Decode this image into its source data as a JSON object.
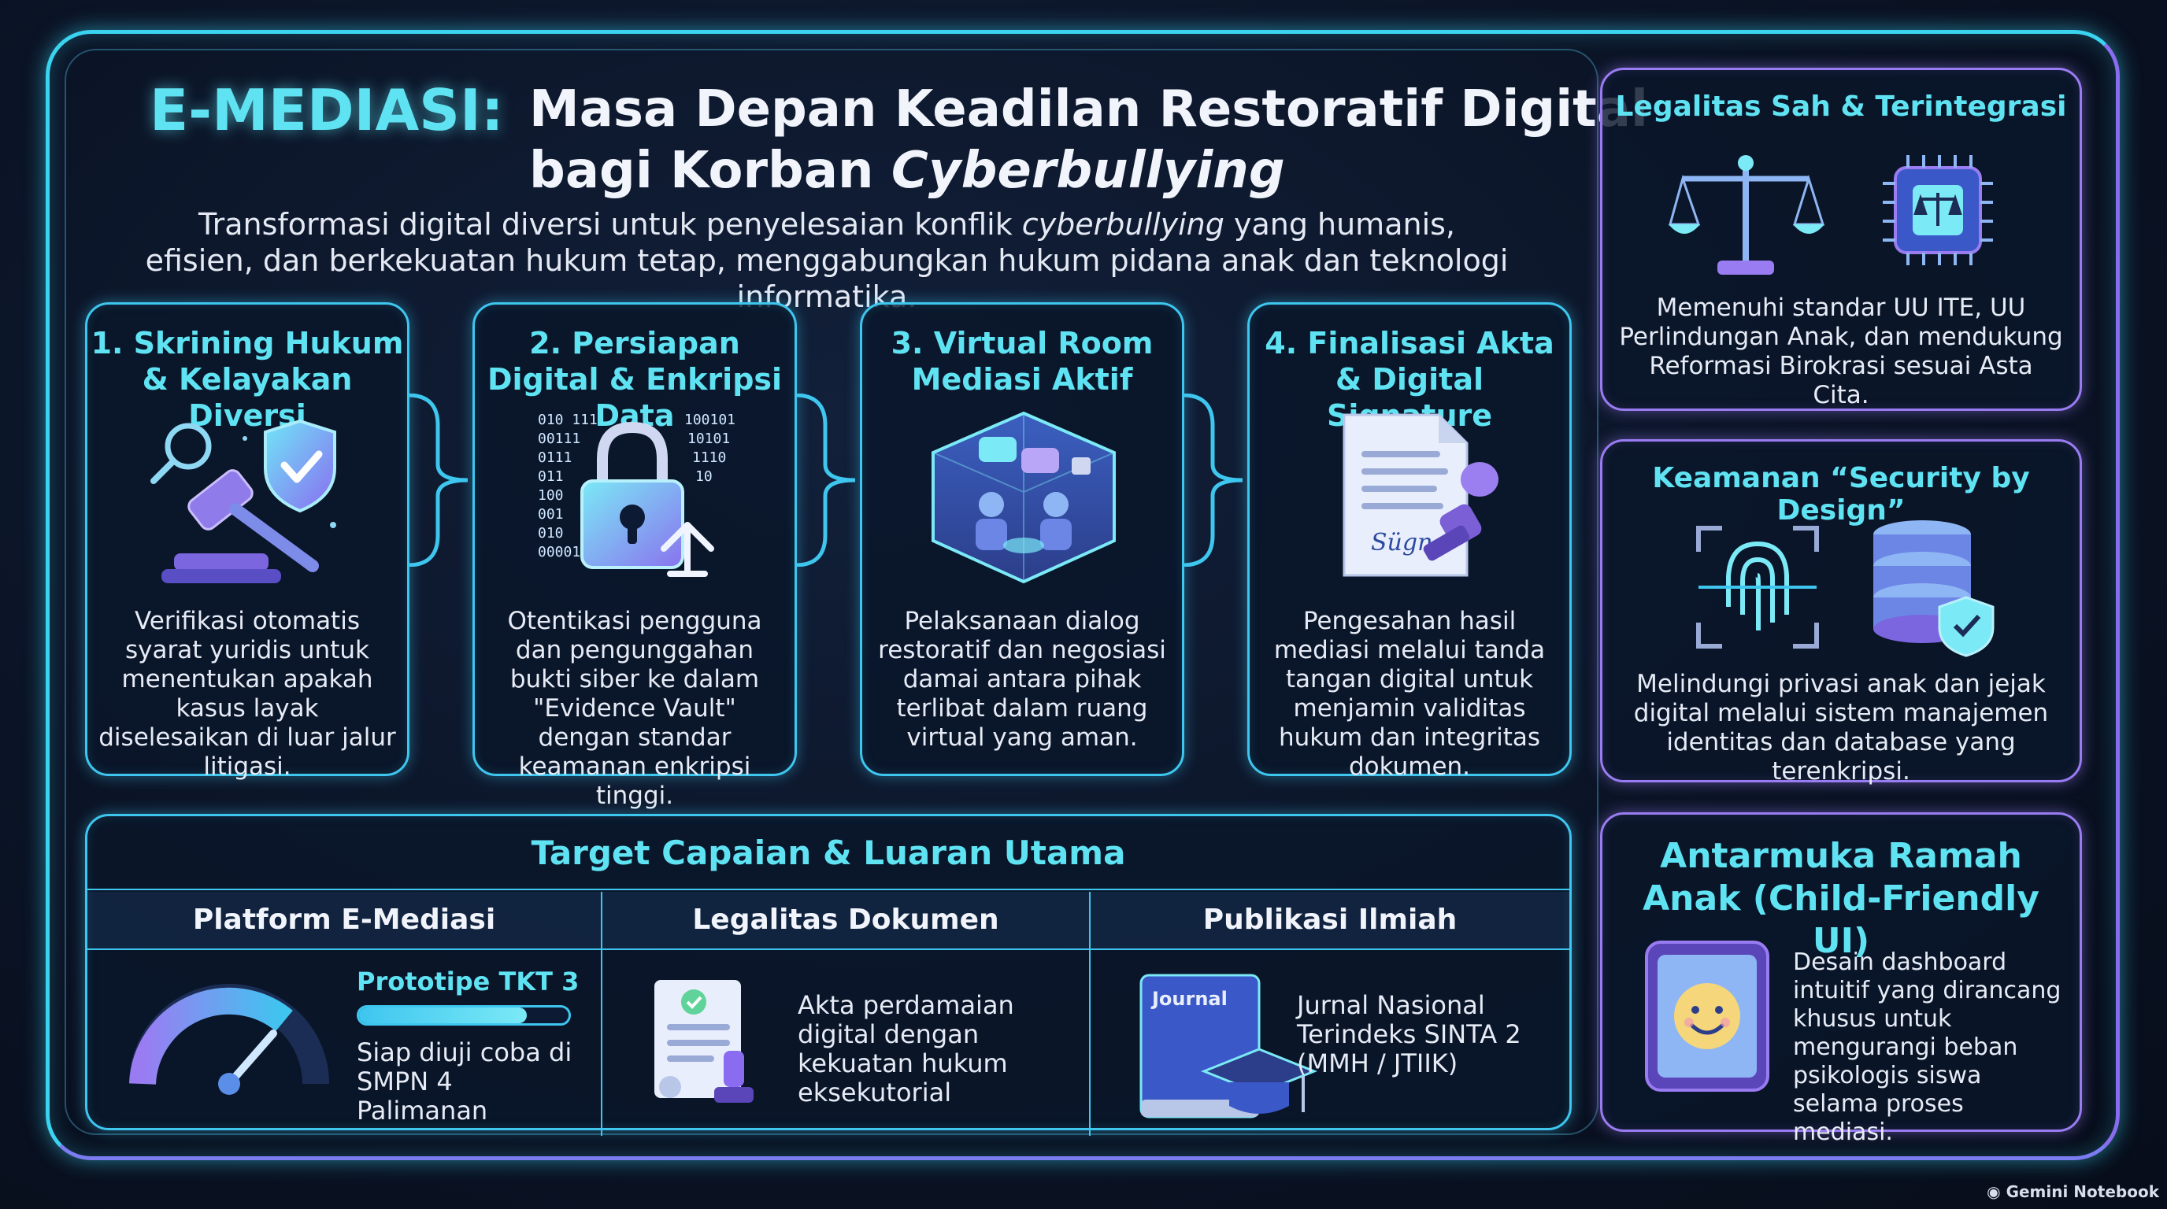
{
  "header": {
    "brand": "E-MEDIASI:",
    "title_line1": "Masa Depan Keadilan Restoratif Digital",
    "title_line2_prefix": "bagi Korban ",
    "title_line2_italic": "Cyberbullying",
    "subtitle_a": "Transformasi digital diversi untuk penyelesaian konflik ",
    "subtitle_italic": "cyberbullying",
    "subtitle_b": " yang humanis, efisien, dan berkekuatan hukum tetap, menggabungkan hukum pidana anak dan teknologi informatika."
  },
  "steps": [
    {
      "title": "1. Skrining Hukum & Kelayakan Diversi",
      "body": "Verifikasi otomatis syarat yuridis untuk menentukan apakah kasus layak diselesaikan di luar jalur litigasi.",
      "icon": "gavel-shield-icon"
    },
    {
      "title": "2. Persiapan Digital & Enkripsi Data",
      "body": "Otentikasi pengguna dan pengunggahan bukti siber ke dalam \"Evidence Vault\" dengan standar keamanan enkripsi tinggi.",
      "icon": "padlock-binary-icon",
      "binary": [
        "010 111",
        "00111",
        "0111",
        "011",
        "100",
        "001",
        "010",
        "00001110 11",
        "100101",
        "10101",
        "1110",
        "10"
      ]
    },
    {
      "title": "3. Virtual Room Mediasi Aktif",
      "body": "Pelaksanaan dialog restoratif dan negosiasi damai antara pihak terlibat dalam ruang virtual yang aman.",
      "icon": "virtual-room-icon"
    },
    {
      "title": "4. Finalisasi Akta & Digital Signature",
      "body": "Pengesahan hasil mediasi melalui tanda tangan digital untuk menjamin validitas hukum dan integritas dokumen.",
      "icon": "signed-document-icon",
      "signature": "Sügna"
    }
  ],
  "side": {
    "legal": {
      "title": "Legalitas Sah & Terintegrasi",
      "body": "Memenuhi standar UU ITE, UU Perlindungan Anak, dan mendukung Reformasi Birokrasi sesuai Asta Cita."
    },
    "security": {
      "title": "Keamanan “Security by Design”",
      "body": "Melindungi privasi anak dan jejak digital melalui sistem manajemen identitas dan database yang terenkripsi."
    },
    "ui": {
      "title": "Antarmuka Ramah Anak (Child-Friendly UI)",
      "body": "Desain dashboard intuitif yang dirancang khusus untuk mengurangi beban psikologis siswa selama proses mediasi."
    }
  },
  "targets": {
    "title": "Target Capaian & Luaran Utama",
    "columns": [
      {
        "head": "Platform E-Mediasi",
        "label": "Prototipe TKT 3",
        "body": "Siap diuji coba di SMPN 4 Palimanan",
        "progress": 0.8
      },
      {
        "head": "Legalitas Dokumen",
        "body": "Akta perdamaian digital dengan kekuatan hukum eksekutorial"
      },
      {
        "head": "Publikasi Ilmiah",
        "book_label": "Journal",
        "body": "Jurnal Nasional Terindeks SINTA 2 (MMH / JTIIK)"
      }
    ]
  },
  "footer": {
    "label": "Gemini Notebook"
  },
  "colors": {
    "cyan": "#3ec6ef",
    "violet": "#9a7cf2",
    "heading": "#5fe3f3"
  }
}
